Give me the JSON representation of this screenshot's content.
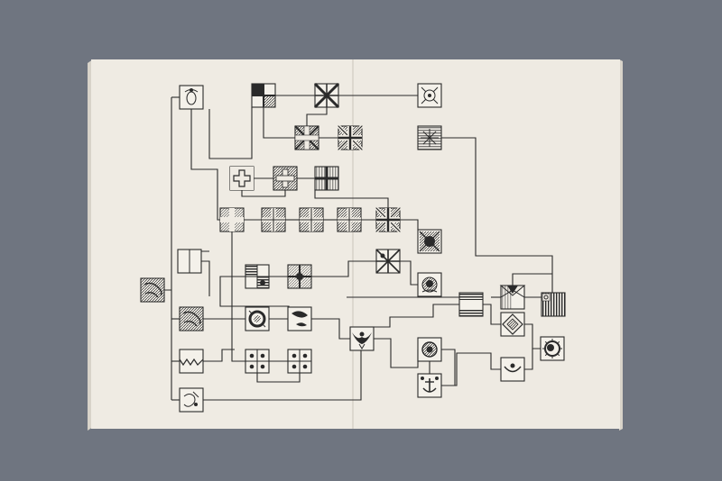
{
  "colors": {
    "background": "#6f7580",
    "paper": "#efebe3",
    "paper_edge": "#d8d3c9",
    "ink": "#2a2a2a"
  },
  "diagram": {
    "nodes": [
      {
        "id": "n01",
        "icon": "crest-icon"
      },
      {
        "id": "n02",
        "icon": "quartered-flag-icon"
      },
      {
        "id": "n03",
        "icon": "saltire-cross-icon"
      },
      {
        "id": "n04",
        "icon": "crowned-ornament-icon"
      },
      {
        "id": "n05",
        "icon": "union-cross-icon"
      },
      {
        "id": "n06",
        "icon": "union-jack-icon"
      },
      {
        "id": "n07",
        "icon": "sunburst-star-icon"
      },
      {
        "id": "n08",
        "icon": "swiss-cross-icon"
      },
      {
        "id": "n09",
        "icon": "greek-cross-icon"
      },
      {
        "id": "n10",
        "icon": "patterned-cross-icon"
      },
      {
        "id": "n11",
        "icon": "cross-grid-icon"
      },
      {
        "id": "n12",
        "icon": "rayed-cross-icon"
      },
      {
        "id": "n13",
        "icon": "rayed-cross-icon"
      },
      {
        "id": "n14",
        "icon": "rayed-cross-icon"
      },
      {
        "id": "n15",
        "icon": "union-jack-icon"
      },
      {
        "id": "n16",
        "icon": "ornate-emblem-icon"
      },
      {
        "id": "n17",
        "icon": "split-panel-icon"
      },
      {
        "id": "n18",
        "icon": "star-cross-icon"
      },
      {
        "id": "n19",
        "icon": "cross-disc-icon"
      },
      {
        "id": "n20",
        "icon": "starburst-cross-icon"
      },
      {
        "id": "n21",
        "icon": "wreath-emblem-icon"
      },
      {
        "id": "n22",
        "icon": "textured-square-icon"
      },
      {
        "id": "n23",
        "icon": "horizontal-stripes-icon"
      },
      {
        "id": "n24",
        "icon": "house-tile-icon"
      },
      {
        "id": "n25",
        "icon": "vertical-stripes-icon"
      },
      {
        "id": "n26",
        "icon": "textured-square-icon"
      },
      {
        "id": "n27",
        "icon": "wreath-ring-icon"
      },
      {
        "id": "n28",
        "icon": "leaf-emblem-icon"
      },
      {
        "id": "n29",
        "icon": "eagle-icon"
      },
      {
        "id": "n30",
        "icon": "diamond-tile-icon"
      },
      {
        "id": "n31",
        "icon": "sun-disc-icon"
      },
      {
        "id": "n32",
        "icon": "zigzag-icon"
      },
      {
        "id": "n33",
        "icon": "dotted-cross-icon"
      },
      {
        "id": "n34",
        "icon": "dotted-cross-icon"
      },
      {
        "id": "n35",
        "icon": "seal-emblem-icon"
      },
      {
        "id": "n36",
        "icon": "anchor-emblem-icon"
      },
      {
        "id": "n37",
        "icon": "crescent-tile-icon"
      },
      {
        "id": "n38",
        "icon": "figure-sketch-icon"
      }
    ]
  }
}
